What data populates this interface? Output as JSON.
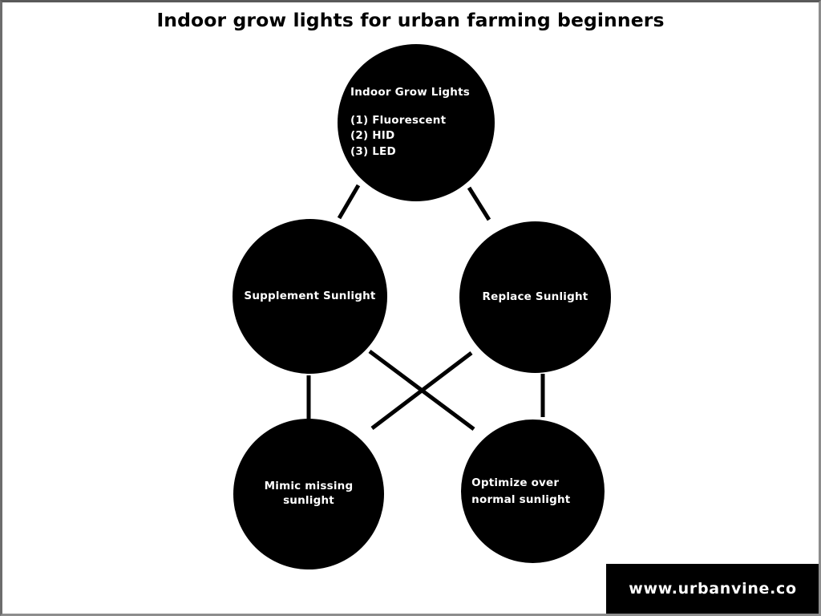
{
  "document": {
    "title": "Indoor grow lights for urban farming beginners"
  },
  "diagram": {
    "type": "hierarchy-bubble-chart",
    "root": {
      "heading": "Indoor Grow Lights",
      "items": [
        "(1) Fluorescent",
        "(2) HID",
        "(3) LED"
      ]
    },
    "branches": [
      {
        "id": "supplement-sunlight",
        "label": "Supplement Sunlight"
      },
      {
        "id": "replace-sunlight",
        "label": "Replace Sunlight"
      }
    ],
    "outcomes": [
      {
        "id": "mimic-missing-sunlight",
        "label": "Mimic missing sunlight"
      },
      {
        "id": "optimize-over-normal-sunlight",
        "label_line1": "Optimize over",
        "label_line2": "normal sunlight"
      }
    ]
  },
  "footer": {
    "watermark": "www.urbanvine.co"
  },
  "colors": {
    "node_fill": "#000000",
    "node_text": "#ffffff",
    "background": "#ffffff",
    "edge": "#000000",
    "border": "#8d8d8d"
  }
}
